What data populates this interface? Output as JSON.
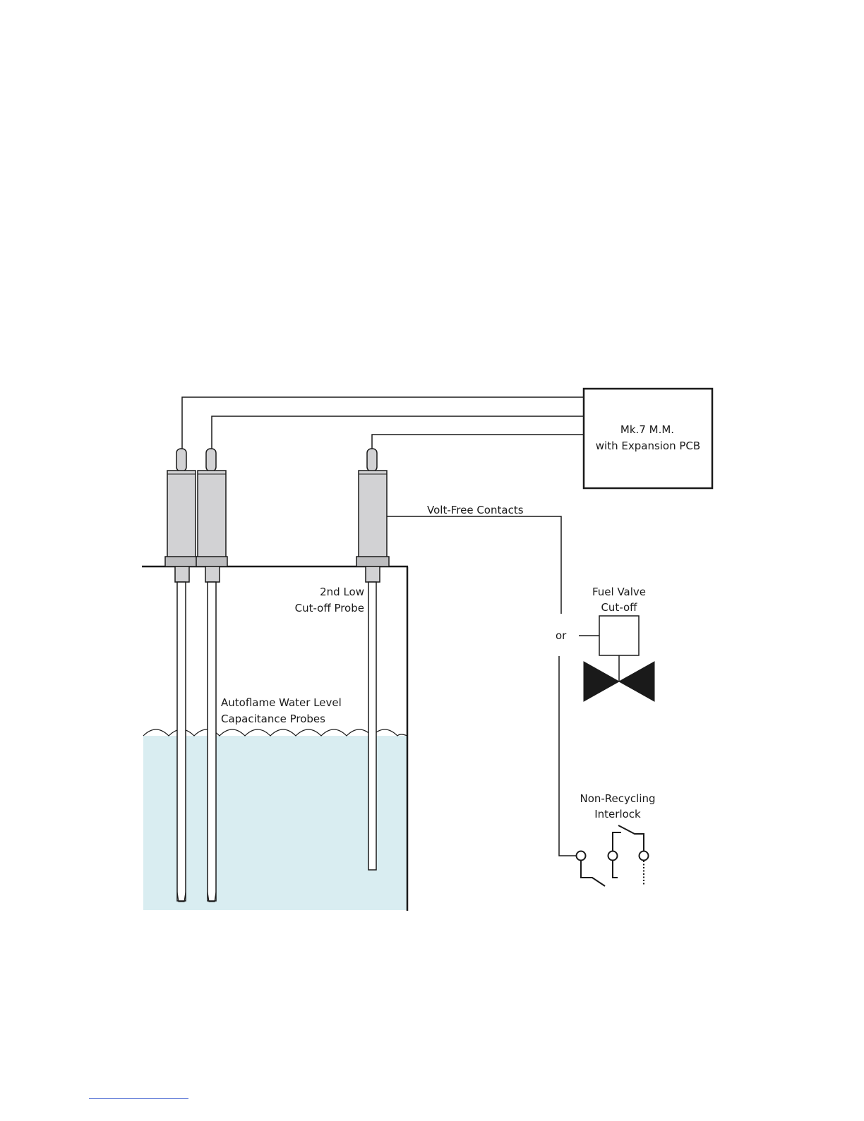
{
  "labels": {
    "controller_line1": "Mk.7 M.M.",
    "controller_line2": "with Expansion PCB",
    "volt_free": "Volt-Free Contacts",
    "second_low_line1": "2nd Low",
    "second_low_line2": "Cut-off Probe",
    "fuel_valve_line1": "Fuel Valve",
    "fuel_valve_line2": "Cut-off",
    "or": "or",
    "probes_line1": "Autoflame Water Level",
    "probes_line2": "Capacitance Probes",
    "interlock_line1": "Non-Recycling",
    "interlock_line2": "Interlock"
  },
  "colors": {
    "line": "#1a1a1a",
    "water": "#d9edf1",
    "probe_body": "#d2d2d4",
    "probe_collar": "#bdbdbf",
    "footer_link": "#3355cc"
  }
}
